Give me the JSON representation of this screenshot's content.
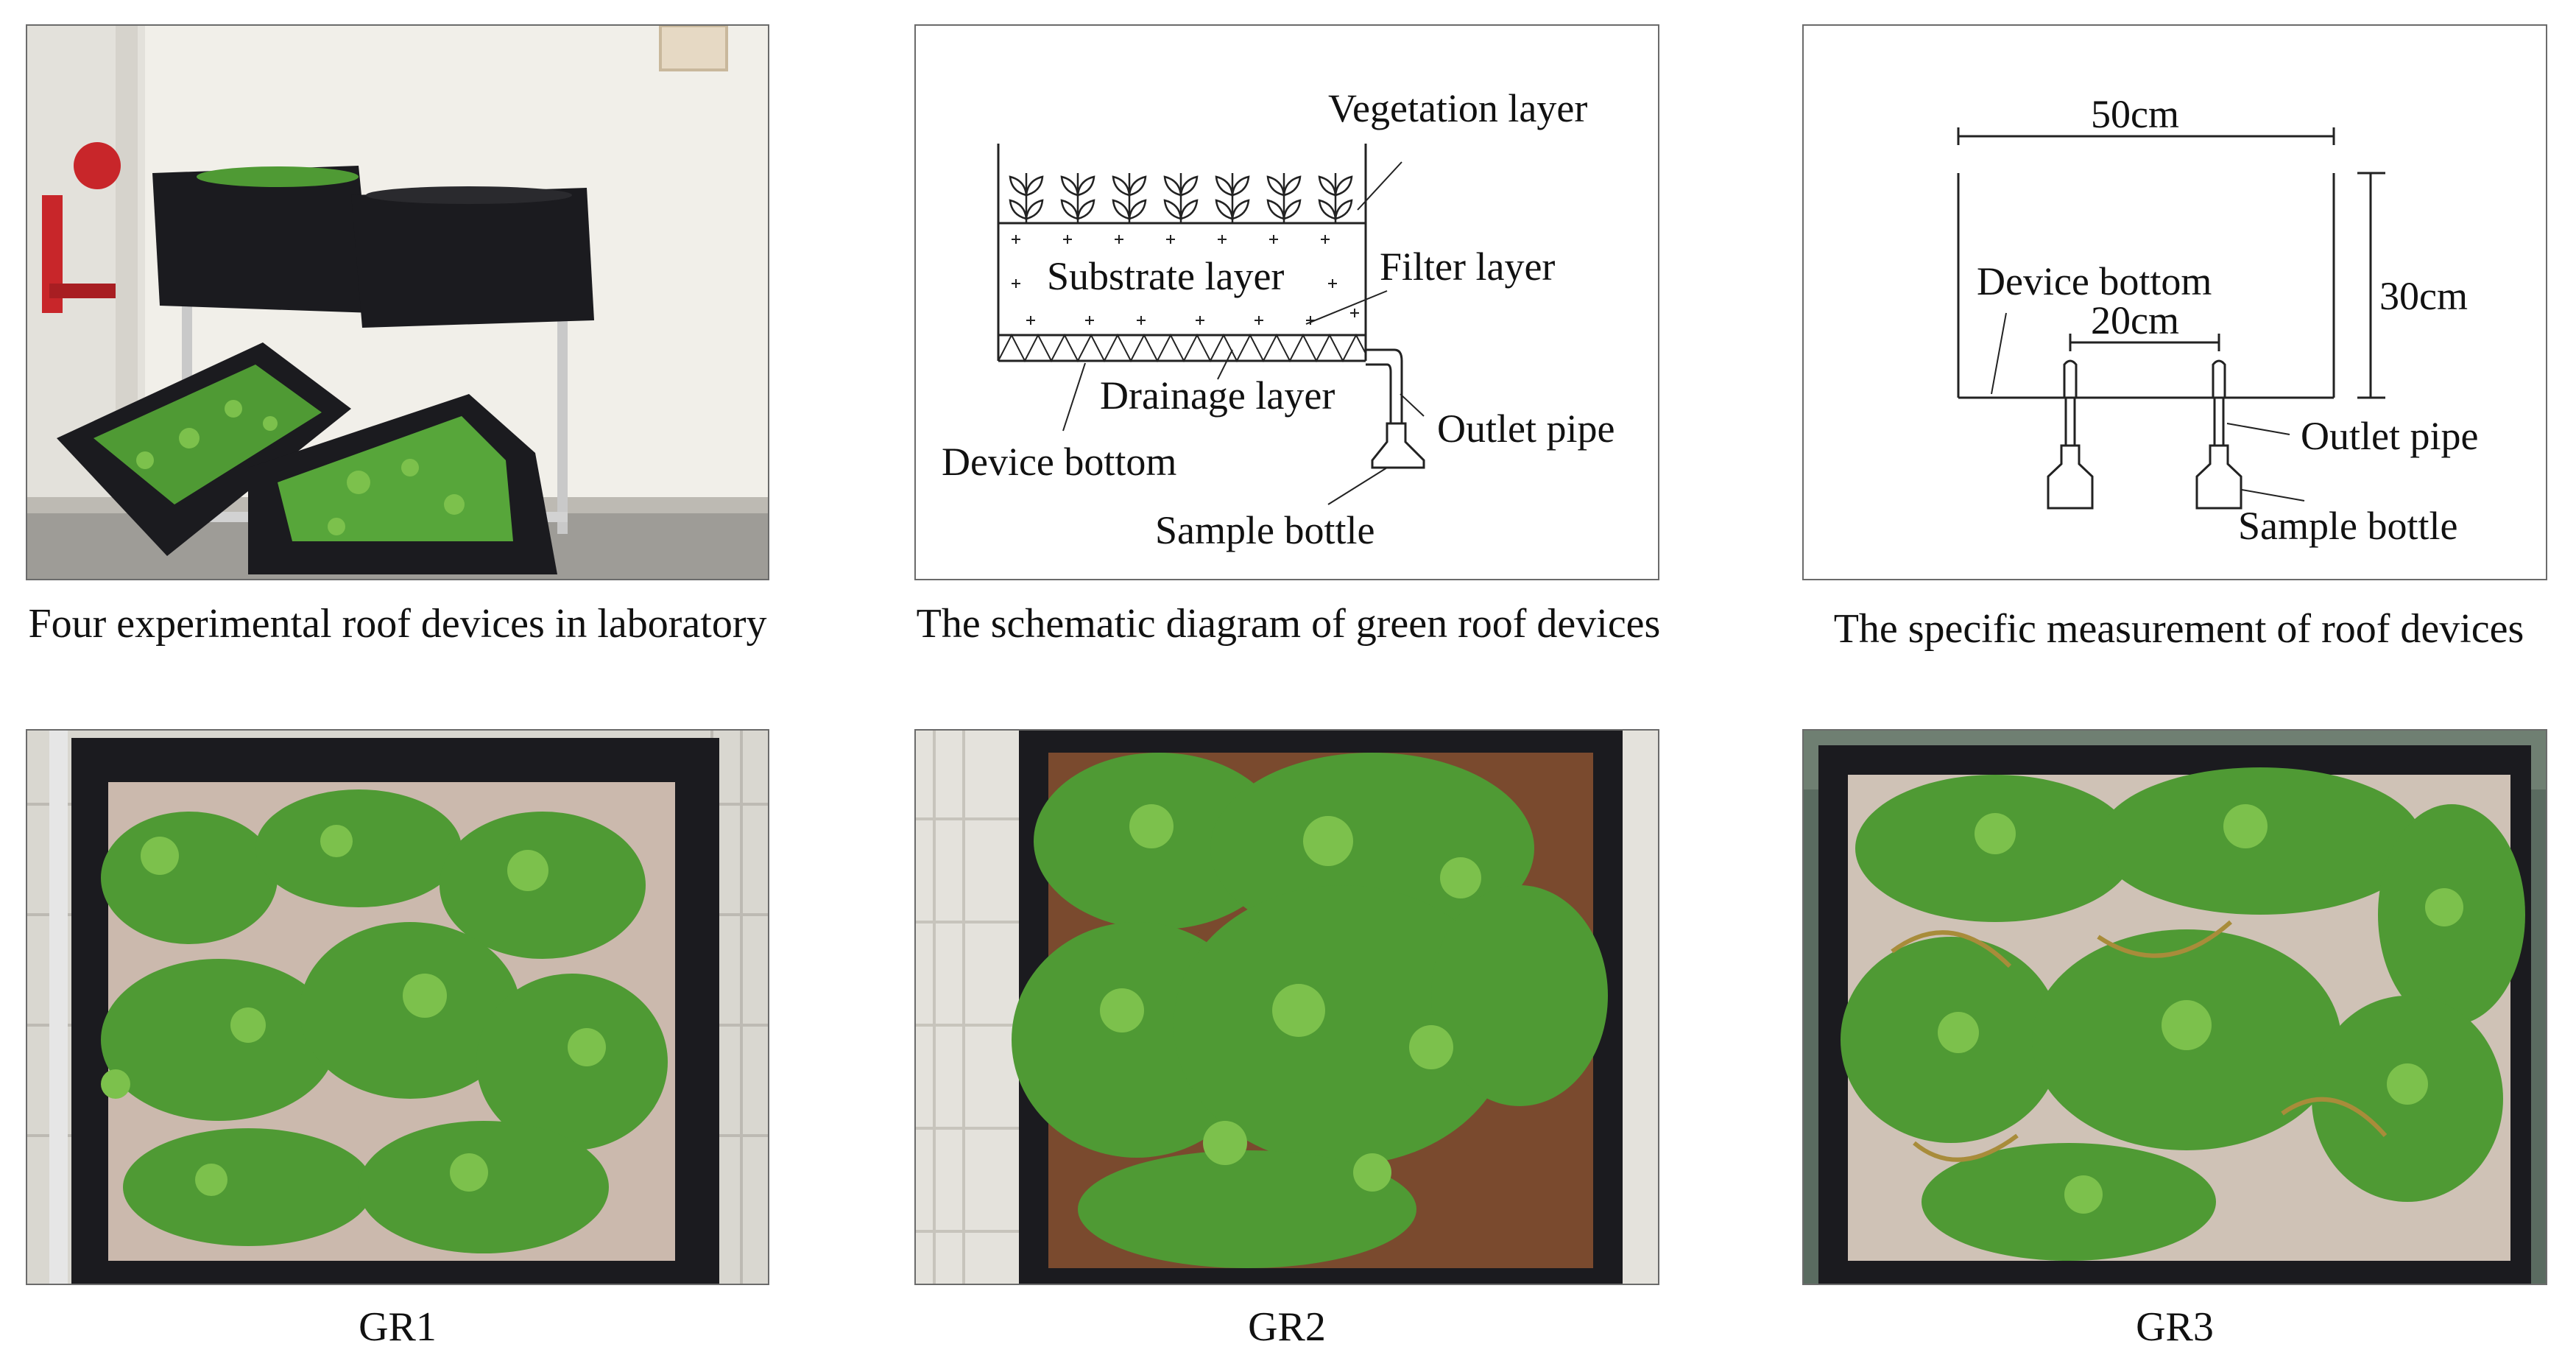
{
  "panels": {
    "lab_photo": {
      "caption": "Four experimental roof devices in laboratory"
    },
    "schematic": {
      "caption": "The schematic diagram of green roof devices",
      "labels": {
        "vegetation": "Vegetation layer",
        "substrate": "Substrate layer",
        "filter": "Filter layer",
        "drainage": "Drainage layer",
        "outlet": "Outlet pipe",
        "device_bottom": "Device bottom",
        "sample_bottle": "Sample bottle"
      }
    },
    "measurement": {
      "caption": "The specific measurement of roof devices",
      "labels": {
        "width": "50cm",
        "height": "30cm",
        "spacing": "20cm",
        "device_bottom": "Device bottom",
        "outlet": "Outlet pipe",
        "sample_bottle": "Sample bottle"
      }
    },
    "gr1": {
      "caption": "GR1"
    },
    "gr2": {
      "caption": "GR2"
    },
    "gr3": {
      "caption": "GR3"
    }
  },
  "colors": {
    "line": "#222222",
    "foliage": "#4f9a34",
    "foliage_light": "#7cc14c",
    "fabric": "#1b1b1f",
    "gravel": "#cbb9ad",
    "wall": "#f1efe9",
    "shelf": "#c9c9c9",
    "pipe_red": "#c8262a"
  }
}
